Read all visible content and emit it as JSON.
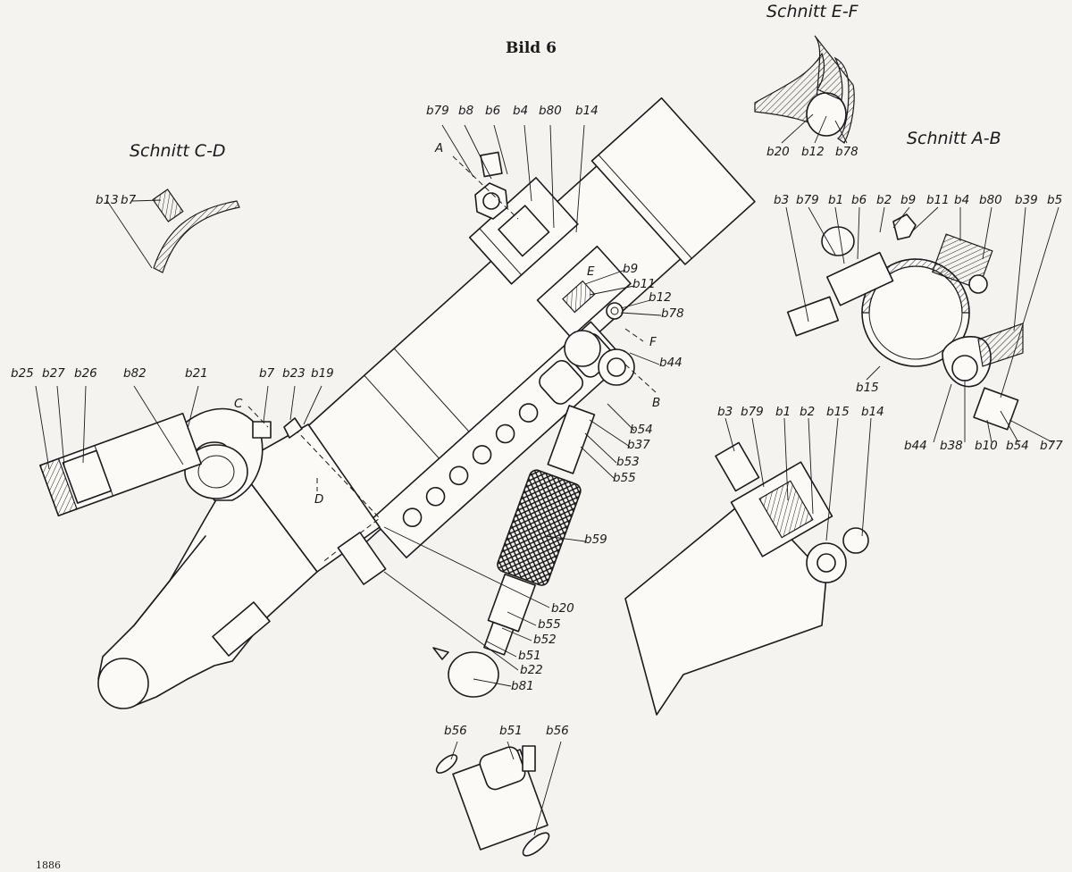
{
  "title": "Bild 6",
  "page_number": "1886",
  "sections": {
    "ef": "Schnitt E-F",
    "cd": "Schnitt C-D",
    "ab": "Schnitt A-B"
  },
  "labels": {
    "main_top": [
      "b79",
      "b8",
      "b6",
      "b4",
      "b80",
      "b14"
    ],
    "main_right": [
      "b9",
      "b11",
      "b12",
      "b78",
      "b44",
      "b54",
      "b37",
      "b53",
      "b55",
      "b59"
    ],
    "main_left": [
      "b25",
      "b27",
      "b26",
      "b82",
      "b21",
      "b7",
      "b23",
      "b19"
    ],
    "main_bottom": [
      "b20",
      "b55",
      "b52",
      "b51",
      "b22",
      "b81"
    ],
    "cut_markers": [
      "A",
      "B",
      "C",
      "D",
      "E",
      "F"
    ],
    "ef": [
      "b20",
      "b12",
      "b78"
    ],
    "cd": [
      "b13",
      "b7"
    ],
    "ab": [
      "b3",
      "b79",
      "b1",
      "b6",
      "b2",
      "b9",
      "b11",
      "b4",
      "b80",
      "b39",
      "b5",
      "b15",
      "b44",
      "b38",
      "b10",
      "b54",
      "b77"
    ],
    "view2": [
      "b3",
      "b79",
      "b1",
      "b2",
      "b15",
      "b14"
    ],
    "bottom": [
      "b56",
      "b51",
      "b56"
    ]
  }
}
